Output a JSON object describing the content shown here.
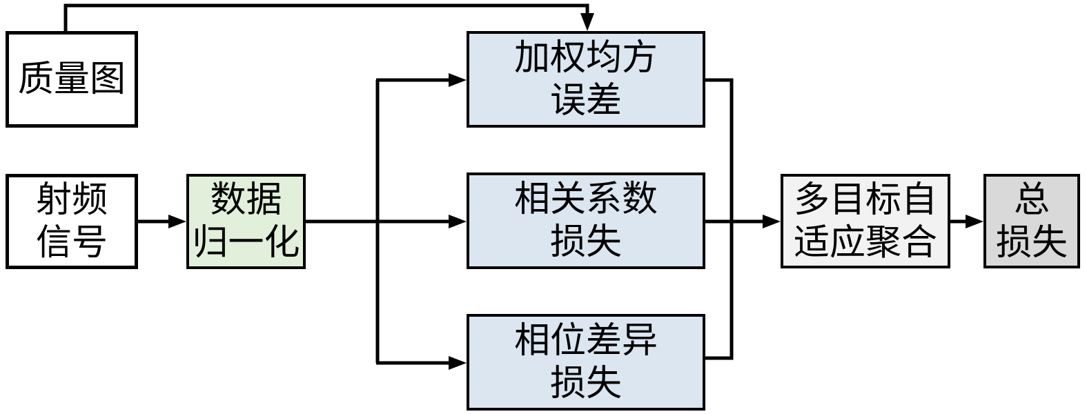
{
  "diagram": {
    "description_labels": {
      "quality_map": {
        "label": "质量图"
      },
      "rf_signal": {
        "line1": "射频",
        "line2": "信号"
      },
      "data_norm": {
        "line1": "数据",
        "line2": "归一化"
      },
      "wmse": {
        "line1": "加权均方",
        "line2": "误差"
      },
      "corr_loss": {
        "line1": "相关系数",
        "line2": "损失"
      },
      "phase_loss": {
        "line1": "相位差异",
        "line2": "损失"
      },
      "aggregation": {
        "line1": "多目标自",
        "line2": "适应聚合"
      },
      "total_loss": {
        "line1": "总",
        "line2": "损失"
      }
    }
  },
  "boxes": {
    "quality_map": {
      "label": "质量图"
    },
    "rf_signal": {
      "line1": "射频",
      "line2": "信号"
    },
    "data_norm": {
      "line1": "数据",
      "line2": "归一化"
    },
    "wmse": {
      "line1": "加权均方",
      "line2": "误差"
    },
    "corr_loss": {
      "line1": "相关系数",
      "line2": "损失"
    },
    "phase_loss": {
      "line1": "相位差异",
      "line2": "损失"
    },
    "aggregation": {
      "line1": "多目标自",
      "line2": "适应聚合"
    },
    "total_loss": {
      "line1": "总",
      "line2": "损失"
    }
  },
  "colors": {
    "box_border": "#000000",
    "line": "#000000",
    "white_fill": "#ffffff",
    "green_fill": "#e2efda",
    "blue_fill": "#dbe6f1",
    "light_gray_fill": "#f2f2f2",
    "gray_fill": "#d9d9d9"
  }
}
